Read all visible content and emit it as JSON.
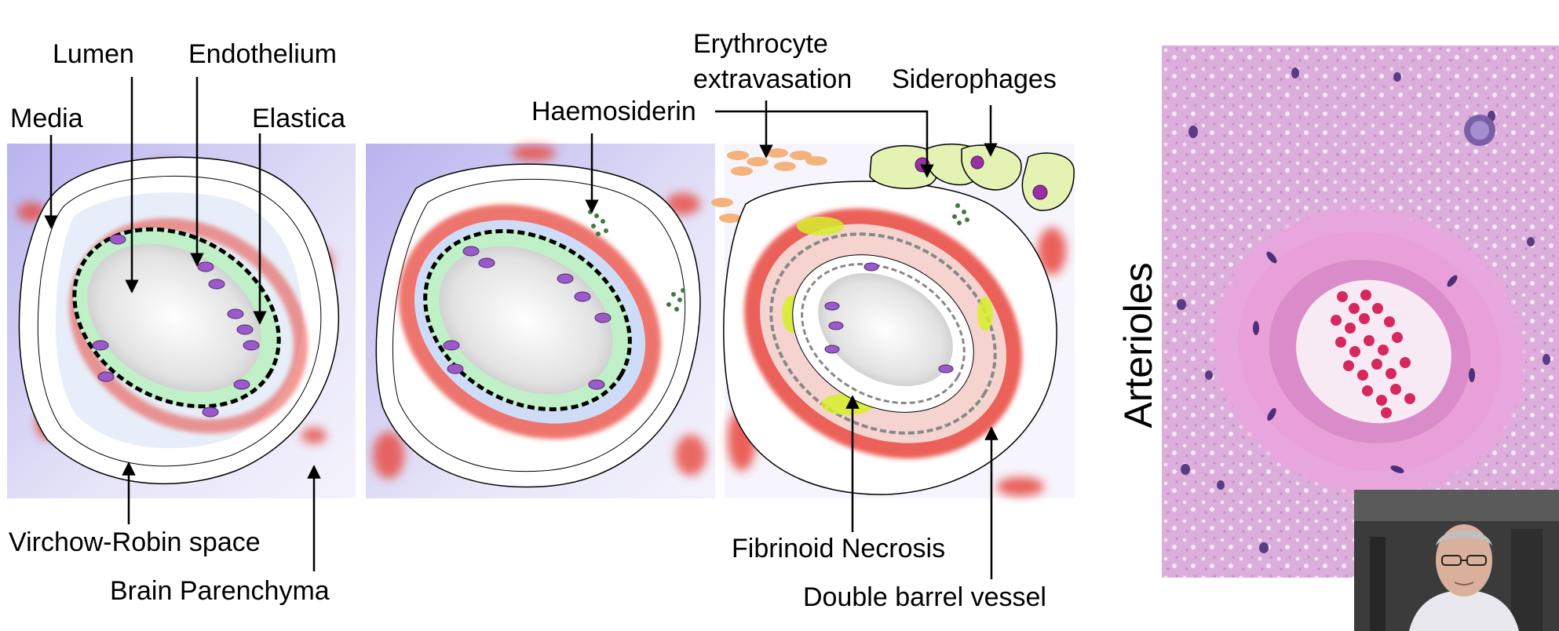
{
  "panel1": {
    "labels": {
      "lumen": "Lumen",
      "endothelium": "Endothelium",
      "media": "Media",
      "elastica": "Elastica",
      "virchow_robin": "Virchow-Robin space",
      "brain_parenchyma": "Brain Parenchyma"
    }
  },
  "panel2": {
    "labels": {
      "haemosiderin": "Haemosiderin"
    }
  },
  "panel3": {
    "labels": {
      "erythrocyte_line1": "Erythrocyte",
      "erythrocyte_line2": "extravasation",
      "siderophages": "Siderophages",
      "fibrinoid_necrosis": "Fibrinoid Necrosis",
      "double_barrel": "Double barrel vessel"
    }
  },
  "side_title": "Arterioles",
  "colors": {
    "background_violet": "#c8c4f0",
    "media_red": "#e8463c",
    "endothelium_green": "#bff0c8",
    "nuclei_purple": "#9b59c9",
    "fibrinoid_yellow": "#d6ef2c",
    "siderophage_green": "#e4f2b4",
    "rbc_orange": "#f4b27c",
    "haemosiderin_green": "#3f7a3f",
    "he_stain_pink": "#d9a6d6"
  }
}
